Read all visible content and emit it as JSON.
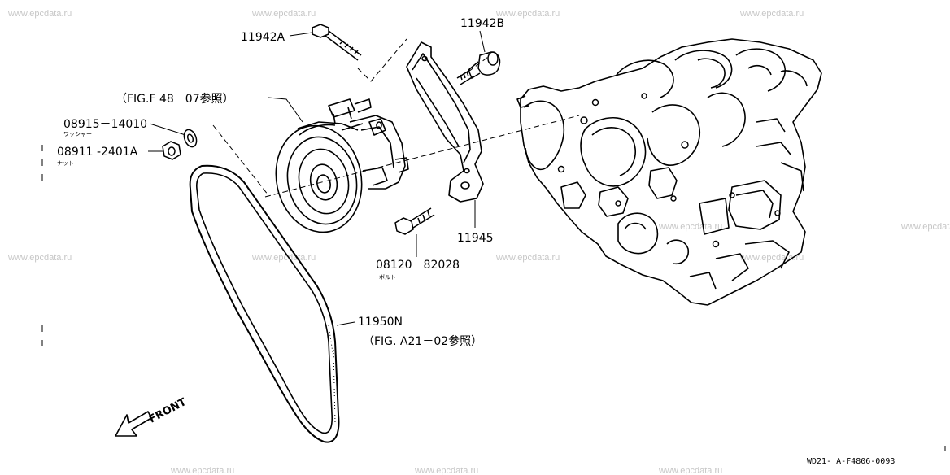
{
  "watermark": "www.epcdata.ru",
  "labels": {
    "bolt_upper": "11942A",
    "stud": "11942B",
    "ref_pump": "（FIG.F 48－07参照）",
    "washer": "08915－14010",
    "washer_sub": "ワッシャー",
    "nut": "08911 -2401A",
    "nut_sub": "ナット",
    "bracket": "11945",
    "bolt_lower": "08120－82028",
    "bolt_lower_sub": "ボルト",
    "belt": "11950N",
    "ref_belt": "（FIG. A21－02参照）",
    "front": "FRONT",
    "drawing_code": "WD21- A-F4806-0093"
  }
}
